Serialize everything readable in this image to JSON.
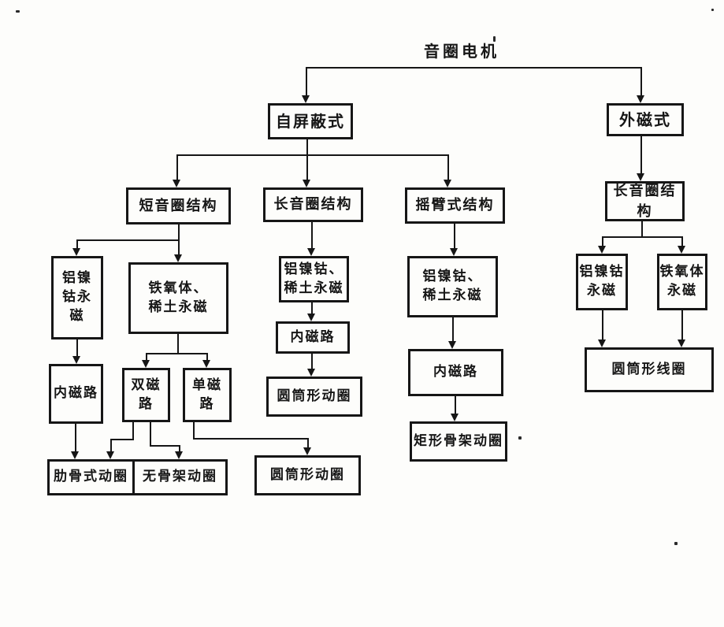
{
  "diagram": {
    "title": "音圈电机",
    "nodes": {
      "self_shielded": "自屏蔽式",
      "external_magnet": "外磁式",
      "short_voice_coil": "短音圈结构",
      "long_voice_coil_mid": "长音圈结构",
      "rocker_arm": "摇臂式结构",
      "long_voice_coil_right": "长音圈结构",
      "alnico_magnet_left": "铝镍\n钴永\n磁",
      "ferrite_rare_earth": "铁氧体、\n稀土永磁",
      "alnico_rare_earth_mid": "铝镍钴、\n稀土永磁",
      "alnico_rare_earth_rocker": "铝镍钴、\n稀土永磁",
      "alnico_magnet_right": "铝镍钴\n永磁",
      "ferrite_magnet_right": "铁氧体\n永磁",
      "inner_magnetic_circuit_left": "内磁路",
      "double_magnetic_circuit": "双磁路",
      "single_magnetic_circuit": "单磁路",
      "inner_magnetic_circuit_mid": "内磁路",
      "cylindrical_moving_coil_mid": "圆筒形动圈",
      "inner_magnetic_circuit_rocker": "内磁路",
      "rectangular_bobbin_moving_coil": "矩形骨架动圈",
      "cylindrical_wire_coil_right": "圆筒形线圈",
      "rib_type_moving_coil": "肋骨式动圈",
      "bobbinless_moving_coil": "无骨架动圈",
      "cylindrical_moving_coil_bottom": "圆筒形动圈"
    },
    "colors": {
      "ink": "#161616",
      "paper": "#fdfdfb"
    }
  }
}
